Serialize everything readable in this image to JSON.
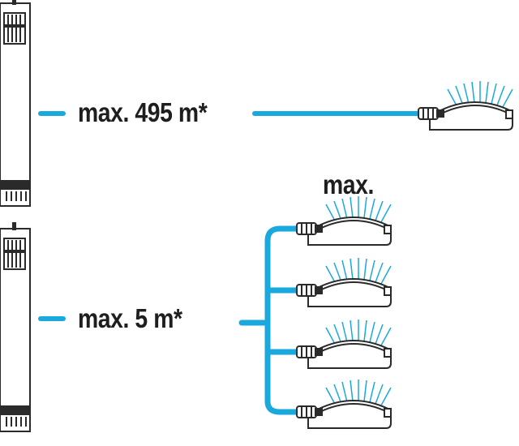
{
  "diagram": {
    "colors": {
      "pipe": "#19a9dd",
      "outline": "#2a2a2a",
      "pump_body": "#ffffff",
      "text": "#1e1e1e"
    },
    "row1": {
      "distance_label": "max. 495 m*",
      "sprinkler_count": 1
    },
    "row2": {
      "distance_label": "max. 5 m*",
      "top_label": "max.",
      "sprinkler_count": 4
    },
    "icons": [
      "submersible-pump-icon",
      "sprinkler-icon"
    ]
  }
}
